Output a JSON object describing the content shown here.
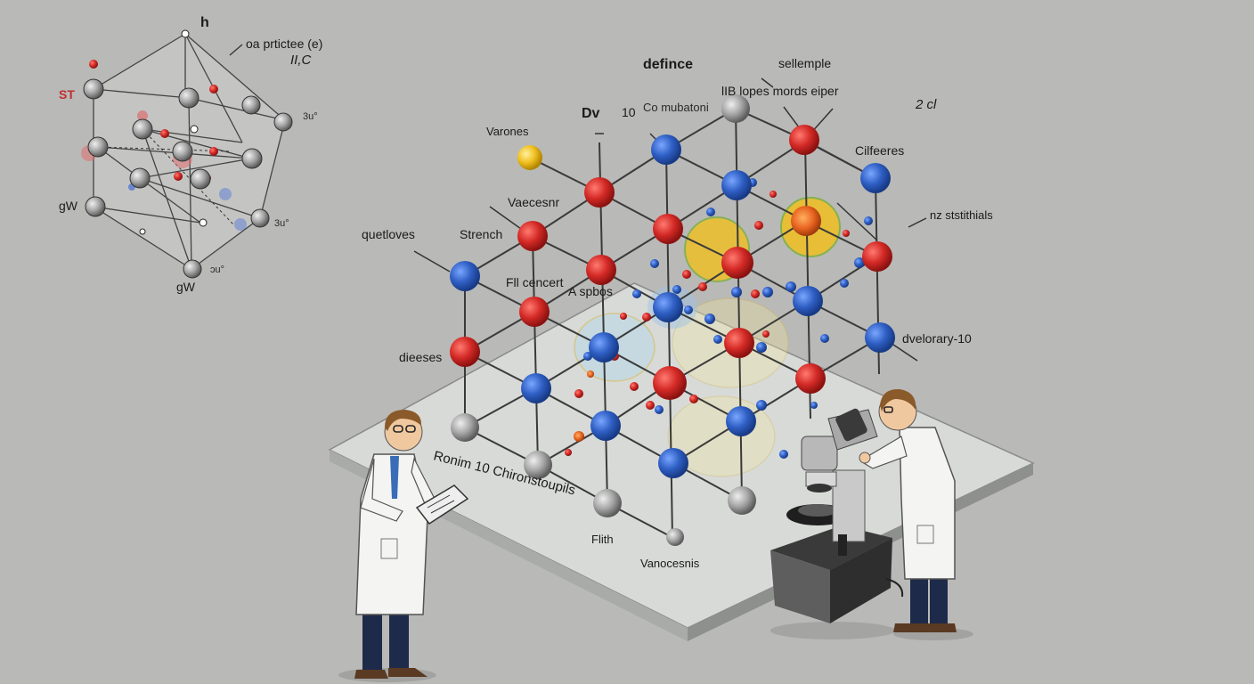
{
  "scene": {
    "colors": {
      "background": "#b9b9b7",
      "platform": "#d9dbd9",
      "red_atom": "#d42a26",
      "blue_atom": "#2f5fc4",
      "grey_atom": "#a6a6a6",
      "yellow_atom": "#f0c020",
      "lab_coat": "#f4f4f2",
      "trousers": "#1e2a4a"
    },
    "inset_labels": {
      "h": "h",
      "formula": "oa prtictee (e)",
      "fraction": "II,C",
      "st": "ST",
      "a1": "3u°",
      "gw1": "gW",
      "a2": "3u°",
      "dim": "ɔu°",
      "gw2": "gW"
    },
    "lattice_labels": {
      "defince": "defince",
      "sellemple": "sellemple",
      "dv": "Dv",
      "ten": "10",
      "co_mubatoni": "Co mubatoni",
      "lb_lopes": "lIB lopes mords eiper",
      "two_cl": "2 cl",
      "varones": "Varones",
      "cilfeeres": "Cilfeeres",
      "vaecesnr": "Vaecesnr",
      "nz_stst": "nz ststithials",
      "quetloves": "quetloves",
      "strench": "Strench",
      "fll_cencert": "Fll cencert",
      "a_spbos": "A spbos",
      "dvelorary": "dvelorary-10",
      "dieeses": "dieeses",
      "ronim": "Ronim 10 Chironstoupils",
      "flith": "Flith",
      "vanocesnis": "Vanocesnis"
    },
    "icons": [
      "crystal-lattice-icon",
      "microscope-icon",
      "clipboard-icon"
    ]
  }
}
